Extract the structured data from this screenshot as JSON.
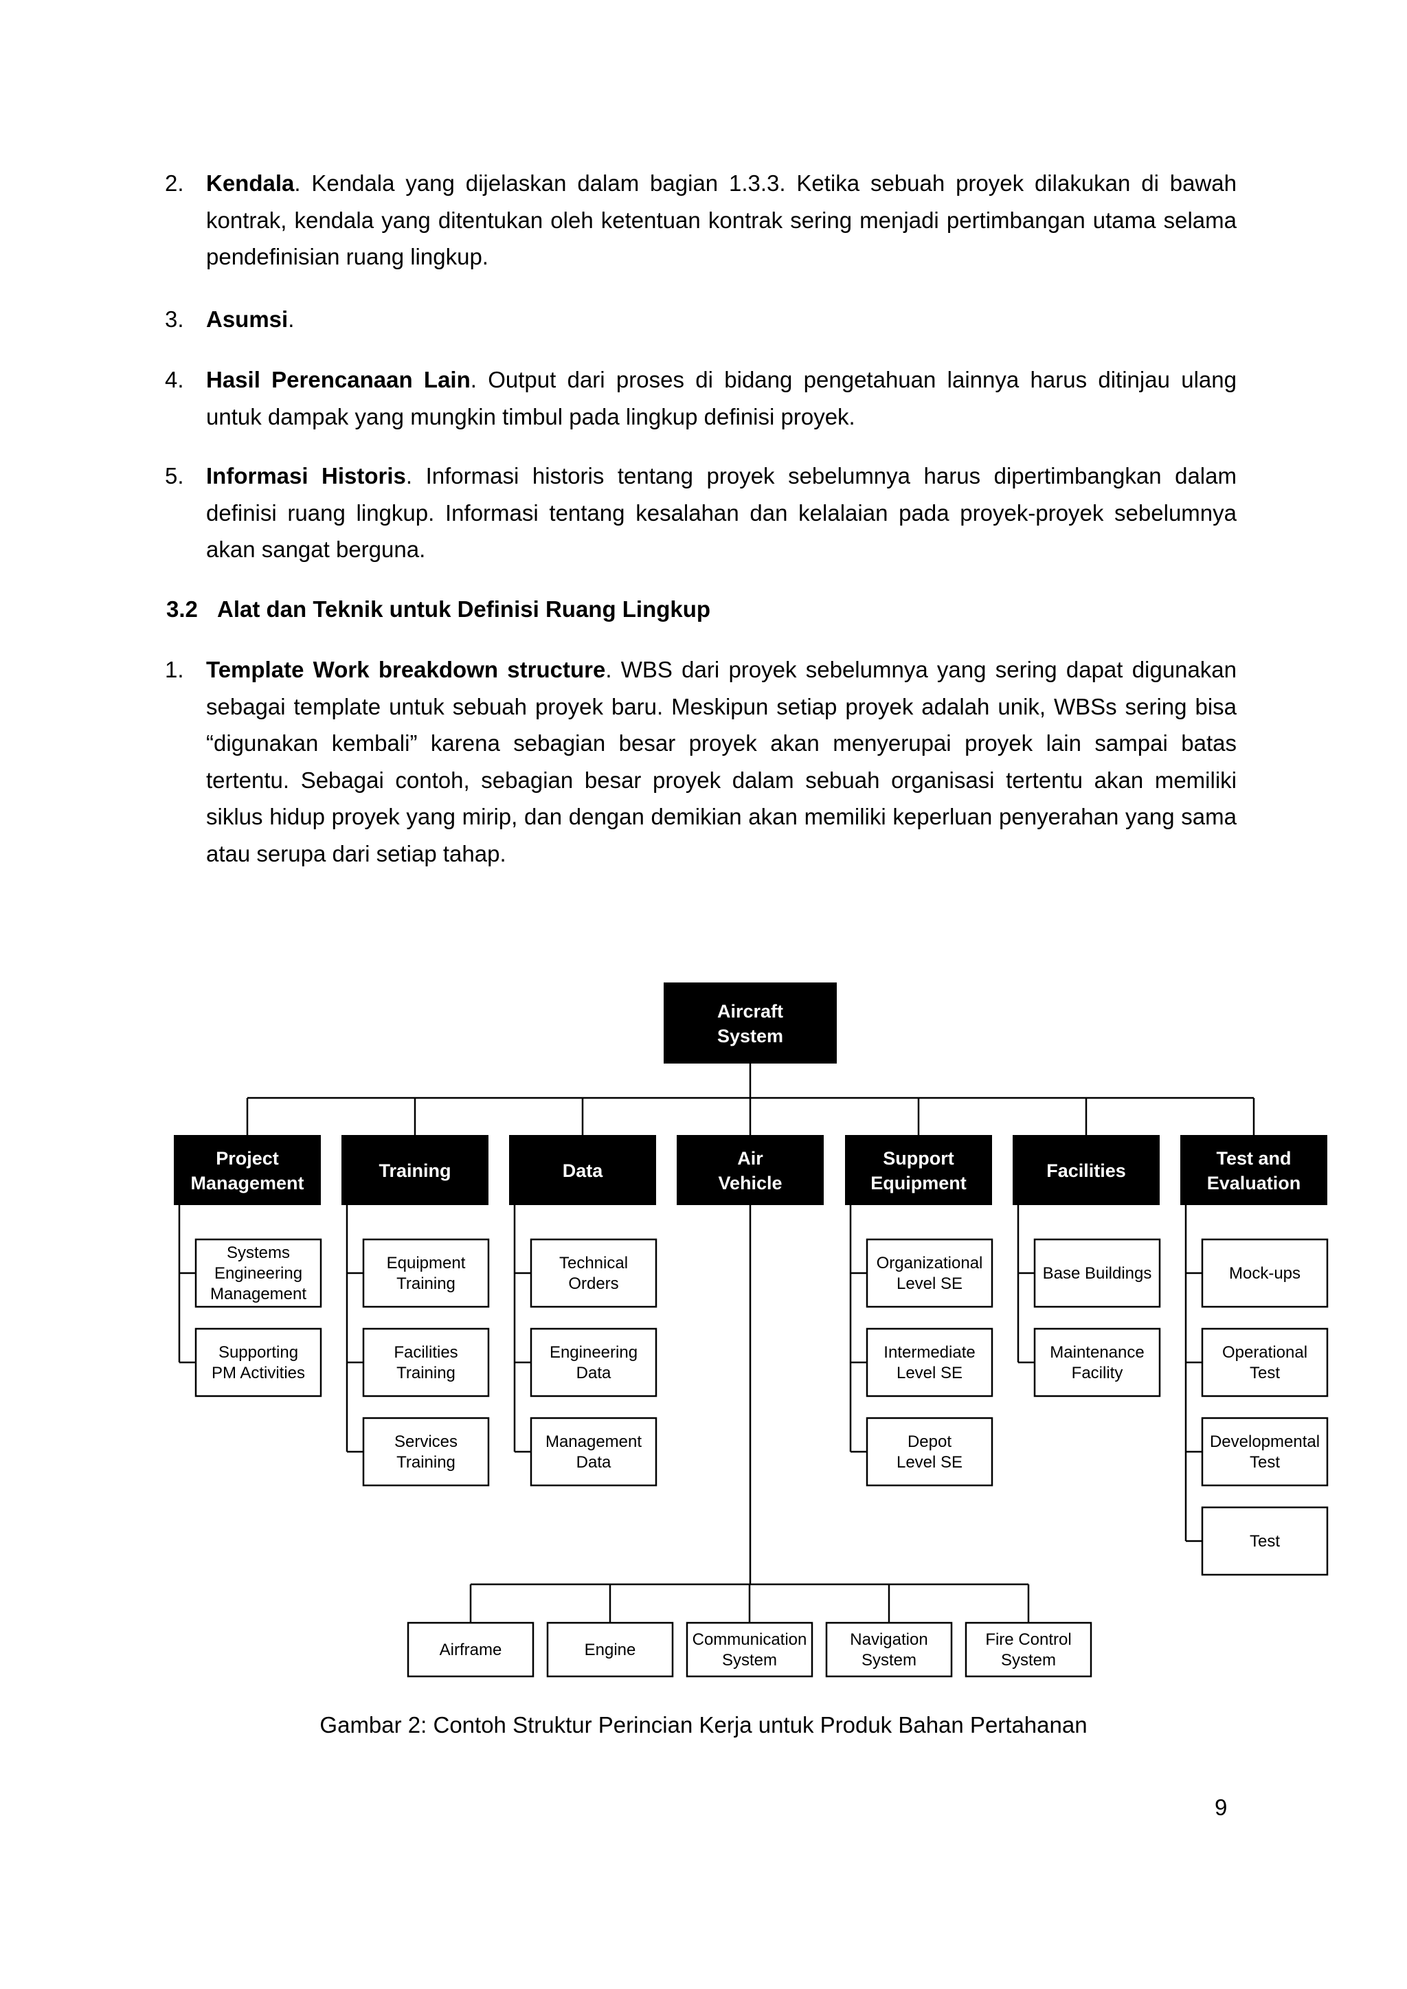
{
  "list_top": [
    {
      "num": "2.",
      "term": "Kendala",
      "text": ". Kendala yang dijelaskan dalam bagian 1.3.3.  Ketika sebuah proyek dilakukan di bawah kontrak, kendala yang ditentukan oleh ketentuan kontrak sering menjadi pertimbangan utama selama pendefinisian ruang lingkup."
    },
    {
      "num": "3.",
      "term": "Asumsi",
      "text": "."
    },
    {
      "num": "4.",
      "term": "Hasil Perencanaan Lain",
      "text": ". Output dari proses di bidang pengetahuan lainnya harus ditinjau ulang untuk dampak yang mungkin timbul pada lingkup definisi proyek."
    },
    {
      "num": "5.",
      "term": "Informasi Historis",
      "text": ". Informasi historis tentang proyek sebelumnya harus dipertimbangkan dalam definisi ruang lingkup.  Informasi tentang kesalahan dan kelalaian pada proyek-proyek sebelumnya akan sangat berguna."
    }
  ],
  "section": {
    "number": "3.2",
    "title": "Alat dan Teknik untuk Definisi Ruang Lingkup"
  },
  "list_bottom": [
    {
      "num": "1.",
      "term": "Template Work breakdown structure",
      "text": ". WBS dari proyek sebelumnya yang sering dapat digunakan sebagai template untuk sebuah proyek baru.  Meskipun setiap proyek adalah unik, WBSs sering bisa “digunakan kembali” karena sebagian besar proyek akan menyerupai proyek lain sampai batas tertentu.  Sebagai contoh, sebagian besar proyek dalam sebuah organisasi tertentu akan memiliki siklus hidup proyek yang mirip, dan dengan demikian akan memiliki keperluan penyerahan yang sama atau serupa dari setiap tahap."
    }
  ],
  "wbs": {
    "root": [
      "Aircraft",
      "System"
    ],
    "level1": [
      {
        "lines": [
          "Project",
          "Management"
        ],
        "children": [
          [
            "Systems",
            "Engineering",
            "Management"
          ],
          [
            "Supporting",
            "PM Activities"
          ]
        ]
      },
      {
        "lines": [
          "Training"
        ],
        "children": [
          [
            "Equipment",
            "Training"
          ],
          [
            "Facilities",
            "Training"
          ],
          [
            "Services",
            "Training"
          ]
        ]
      },
      {
        "lines": [
          "Data"
        ],
        "children": [
          [
            "Technical",
            "Orders"
          ],
          [
            "Engineering",
            "Data"
          ],
          [
            "Management",
            "Data"
          ]
        ]
      },
      {
        "lines": [
          "Air",
          "Vehicle"
        ],
        "children": []
      },
      {
        "lines": [
          "Support",
          "Equipment"
        ],
        "children": [
          [
            "Organizational",
            "Level SE"
          ],
          [
            "Intermediate",
            "Level SE"
          ],
          [
            "Depot",
            "Level SE"
          ]
        ]
      },
      {
        "lines": [
          "Facilities"
        ],
        "children": [
          [
            "Base Buildings"
          ],
          [
            "Maintenance",
            "Facility"
          ]
        ]
      },
      {
        "lines": [
          "Test and",
          "Evaluation"
        ],
        "children": [
          [
            "Mock-ups"
          ],
          [
            "Operational",
            "Test"
          ],
          [
            "Developmental",
            "Test"
          ],
          [
            "Test"
          ]
        ]
      }
    ],
    "air_vehicle_children": [
      [
        "Airframe"
      ],
      [
        "Engine"
      ],
      [
        "Communication",
        "System"
      ],
      [
        "Navigation",
        "System"
      ],
      [
        "Fire Control",
        "System"
      ]
    ]
  },
  "caption": "Gambar 2: Contoh Struktur Perincian Kerja untuk Produk Bahan Pertahanan",
  "page_number": "9"
}
